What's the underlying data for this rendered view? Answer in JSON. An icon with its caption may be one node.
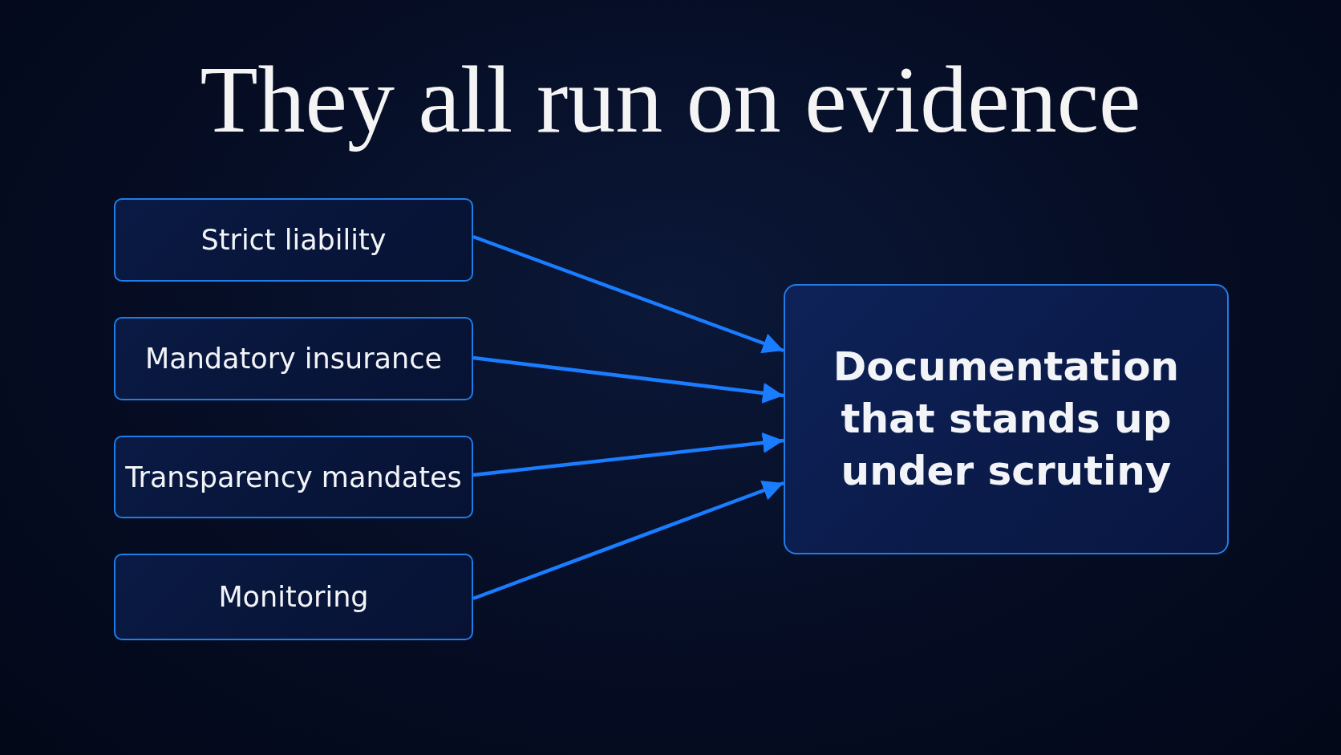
{
  "diagram": {
    "title": "They all run on evidence",
    "nodes": [
      {
        "text": [
          "Strict liability"
        ]
      },
      {
        "text": [
          "Mandatory insurance"
        ]
      },
      {
        "text": [
          "Transparency mandates"
        ]
      },
      {
        "text": [
          "Monitoring"
        ]
      },
      {
        "text": [
          "Documentation that stands up under scrutiny"
        ]
      }
    ],
    "edges": [
      {
        "from": 0,
        "to": 4,
        "arrow": "to"
      },
      {
        "from": 1,
        "to": 4,
        "arrow": "to"
      },
      {
        "from": 2,
        "to": 4,
        "arrow": "to"
      },
      {
        "from": 3,
        "to": 4,
        "arrow": "to"
      }
    ]
  }
}
